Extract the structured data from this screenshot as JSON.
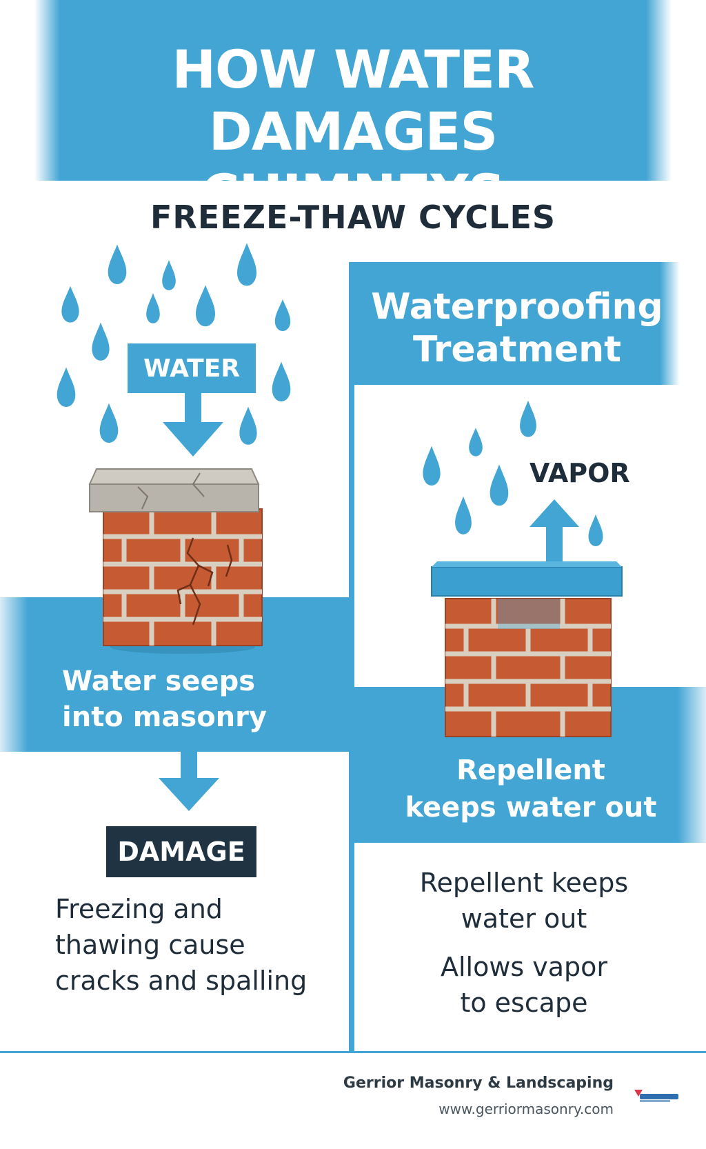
{
  "header": {
    "title_line1": "HOW WATER DAMAGES",
    "title_line2": "CHIMNEYS",
    "subtitle": "FREEZE-THAW CYCLES"
  },
  "left": {
    "water_label": "WATER",
    "band_line1": "Water seeps",
    "band_line2": "into masonry",
    "damage_label": "DAMAGE",
    "damage_line1": "Freezing and",
    "damage_line2": "thawing cause",
    "damage_line3": "cracks and spalling"
  },
  "right": {
    "banner_line1": "Waterproofing",
    "banner_line2": "Treatment",
    "vapor_label": "VAPOR",
    "band_line1": "Repellent",
    "band_line2": "keeps water out",
    "copy1_line1": "Repellent keeps",
    "copy1_line2": "water out",
    "copy2_line1": "Allows vapor",
    "copy2_line2": "to escape"
  },
  "footer": {
    "company": "Gerrior Masonry & Landscaping",
    "url": "www.gerriormasonry.com"
  },
  "colors": {
    "accent_blue": "#42a5d4",
    "dark_navy": "#1f3342",
    "brick": "#c65a32",
    "mortar": "#d9cfc0",
    "cap_gray": "#b8b3ab"
  }
}
